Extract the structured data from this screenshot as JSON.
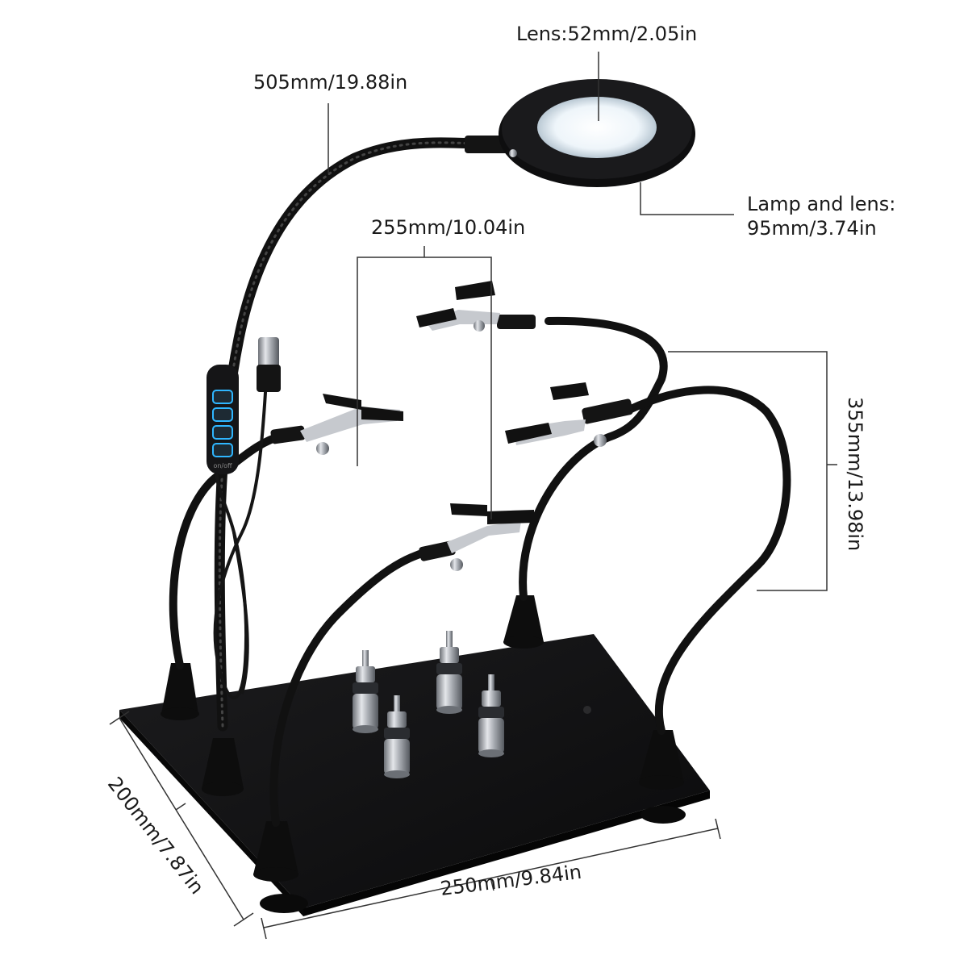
{
  "dimensions": {
    "lens": "Lens:52mm/2.05in",
    "arm_length": "505mm/19.88in",
    "lamp_line1": "Lamp and lens:",
    "lamp_line2": "95mm/3.74in",
    "clip_span": "255mm/10.04in",
    "height": "355mm/13.98in",
    "width": "250mm/9.84in",
    "depth": "200mm/7.87in"
  },
  "controller": {
    "power_label": "on/off"
  },
  "colors": {
    "background": "#ffffff",
    "product": "#111111",
    "metal": "#b8bcc2",
    "button_glow": "#2fb6ff",
    "leader_line": "#333333"
  },
  "icons": {
    "brightness_up": "sun-plus-icon",
    "brightness_down": "sun-minus-icon",
    "mode": "mode-icon",
    "power": "power-icon"
  }
}
